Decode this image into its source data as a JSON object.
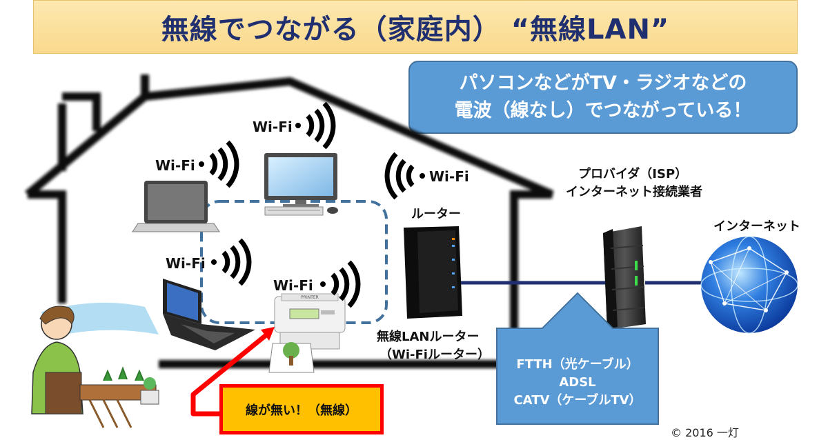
{
  "title": "無線でつながる（家庭内） “無線LAN”",
  "callout": {
    "line1": "パソコンなどがTV・ラジオなどの",
    "line2": "電波（線なし）でつながっている！"
  },
  "wifi_labels": [
    "Wi-Fi",
    "Wi-Fi",
    "Wi-Fi",
    "Wi-Fi",
    "Wi-Fi"
  ],
  "router": {
    "top_label": "ルーター",
    "bottom_line1": "無線LANルーター",
    "bottom_line2": "（Wi-Fiルーター）"
  },
  "isp": {
    "line1": "プロバイダ（ISP）",
    "line2": "インターネット接続業者"
  },
  "internet_label": "インターネット",
  "printer_brand": "PRINTER",
  "wired_note": "線が無い！（無線）",
  "connection_types": [
    "FTTH（光ケーブル）",
    "ADSL",
    "CATV（ケーブルTV）"
  ],
  "copyright": "© 2016 一灯",
  "colors": {
    "title_bg": "#f9d98c",
    "title_text": "#1f2f6f",
    "callout_bg": "#5b9bd5",
    "arrow_blue": "#5b9bd5",
    "cable": "#1f2f6f",
    "dashed": "#41719c",
    "red": "#ff0000",
    "note_bg": "#ffc000"
  }
}
